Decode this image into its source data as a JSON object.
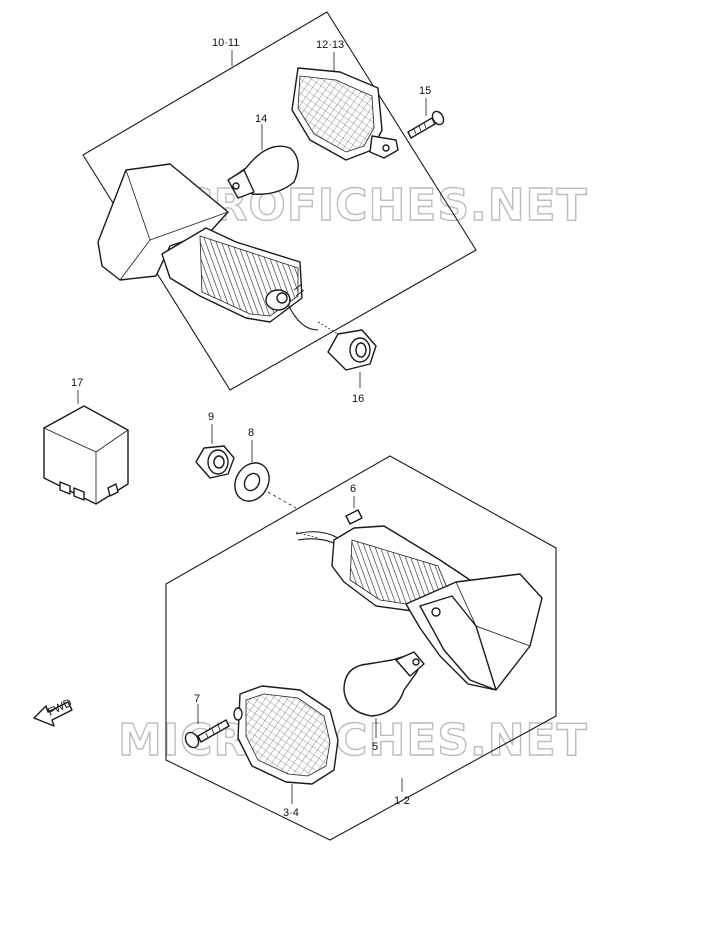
{
  "watermark": "MICROFICHES.NET",
  "fwd_label": "FWD",
  "callouts": {
    "c_10_11": "10·11",
    "c_12_13": "12·13",
    "c_14": "14",
    "c_15": "15",
    "c_16": "16",
    "c_17": "17",
    "c_9": "9",
    "c_8": "8",
    "c_6": "6",
    "c_7": "7",
    "c_5": "5",
    "c_3_4": "3·4",
    "c_1_2": "1·2"
  }
}
